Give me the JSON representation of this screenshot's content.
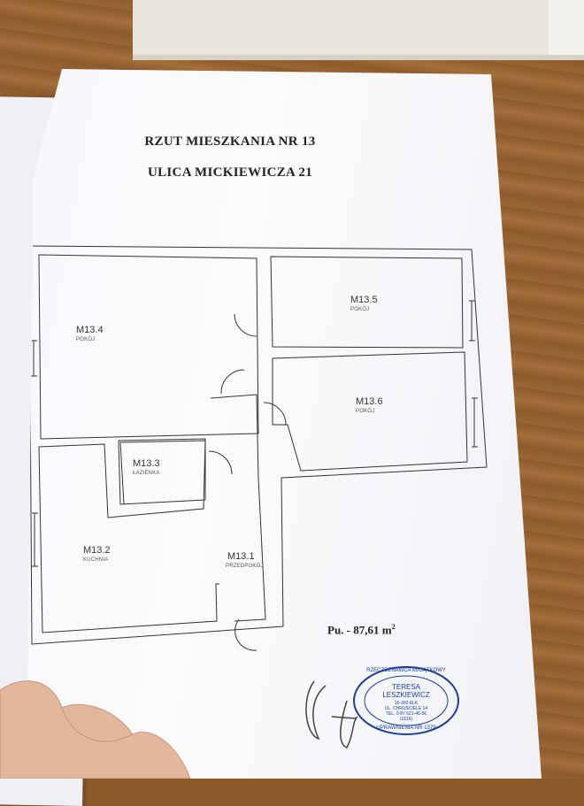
{
  "document": {
    "title_line1": "RZUT MIESZKANIA NR 13",
    "title_line2": "ULICA MICKIEWICZA 21",
    "area_label": "Pu. - 87,61 m",
    "area_unit_exp": "2"
  },
  "rooms": [
    {
      "code": "M13.1",
      "name": "PRZEDPOKÓJ"
    },
    {
      "code": "M13.2",
      "name": "KUCHNIA"
    },
    {
      "code": "M13.3",
      "name": "ŁAZIENKA"
    },
    {
      "code": "M13.4",
      "name": "POKÓJ"
    },
    {
      "code": "M13.5",
      "name": "POKÓJ"
    },
    {
      "code": "M13.6",
      "name": "POKÓJ"
    }
  ],
  "stamp": {
    "top_text": "RZECZOZNAWCA MAJĄTKOWY",
    "name1": "TERESA",
    "name2": "LESZKIEWICZ",
    "addr1": "16-300  ELK",
    "addr2": "UL. CHRUŚCIELE 14",
    "addr3": "TEL. 0-87 621-46-56",
    "addr4": "(1616)",
    "bottom_text": "UPRAWNIENIA NR 1379",
    "color": "#1c3d9a"
  },
  "colors": {
    "wood": "#8a5a2b",
    "paper": "#f6f7fb",
    "ink": "#222222"
  }
}
